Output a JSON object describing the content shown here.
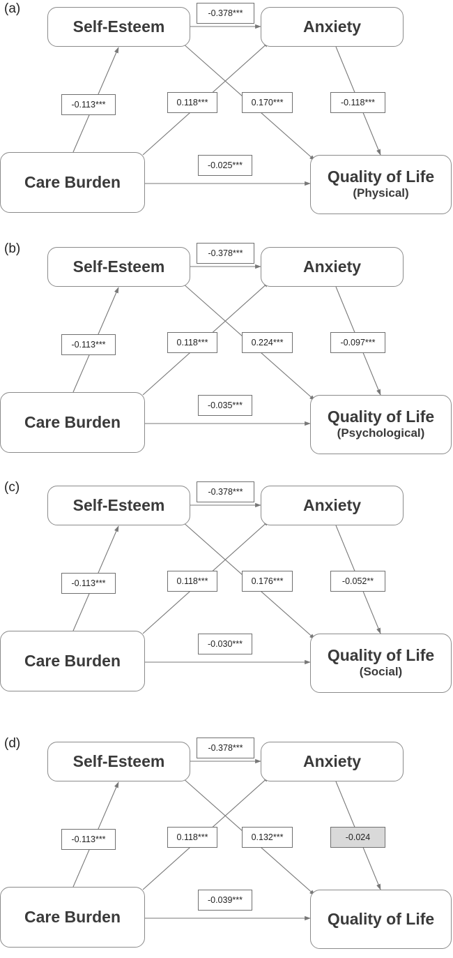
{
  "nodes": {
    "self_esteem": "Self-Esteem",
    "anxiety": "Anxiety",
    "care_burden": "Care Burden",
    "quality_of_life": "Quality of Life"
  },
  "panels": [
    {
      "label": "(a)",
      "qol_subtitle": "(Physical)",
      "coefficients": {
        "self_esteem_to_anxiety": "-0.378***",
        "care_burden_to_self_esteem": "-0.113***",
        "care_burden_to_anxiety": "0.118***",
        "self_esteem_to_qol": "0.170***",
        "anxiety_to_qol": "-0.118***",
        "care_burden_to_qol": "-0.025***"
      }
    },
    {
      "label": "(b)",
      "qol_subtitle": "(Psychological)",
      "coefficients": {
        "self_esteem_to_anxiety": "-0.378***",
        "care_burden_to_self_esteem": "-0.113***",
        "care_burden_to_anxiety": "0.118***",
        "self_esteem_to_qol": "0.224***",
        "anxiety_to_qol": "-0.097***",
        "care_burden_to_qol": "-0.035***"
      }
    },
    {
      "label": "(c)",
      "qol_subtitle": "(Social)",
      "coefficients": {
        "self_esteem_to_anxiety": "-0.378***",
        "care_burden_to_self_esteem": "-0.113***",
        "care_burden_to_anxiety": "0.118***",
        "self_esteem_to_qol": "0.176***",
        "anxiety_to_qol": "-0.052**",
        "care_burden_to_qol": "-0.030***"
      }
    },
    {
      "label": "(d)",
      "qol_subtitle": "",
      "coefficients": {
        "self_esteem_to_anxiety": "-0.378***",
        "care_burden_to_self_esteem": "-0.113***",
        "care_burden_to_anxiety": "0.118***",
        "self_esteem_to_qol": "0.132***",
        "anxiety_to_qol": "-0.024",
        "care_burden_to_qol": "-0.039***"
      },
      "nonsignificant_path_fill": "#d9d9d9"
    }
  ],
  "colors": {
    "node_border": "#8a8a8a",
    "arrow": "#777777",
    "node_text": "#3a3a3a"
  }
}
